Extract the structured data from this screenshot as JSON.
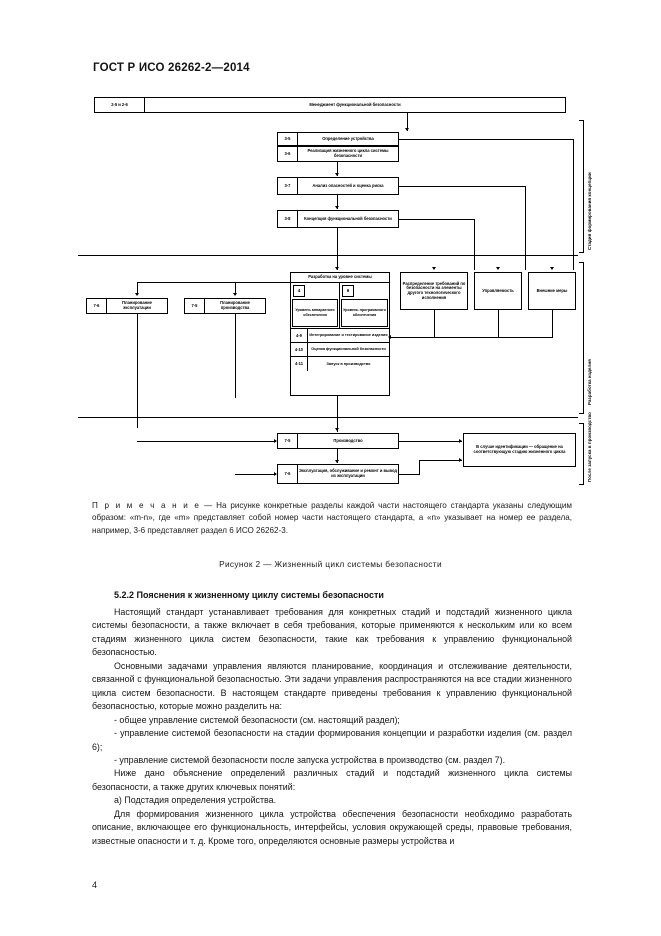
{
  "header": {
    "standard_title": "ГОСТ Р ИСО 26262-2—2014"
  },
  "figure": {
    "caption": "Рисунок  2 — Жизненный цикл системы безопасности",
    "top_box": {
      "num": "2-5 и 2-6",
      "label": "Менеджмент функциональной безопасности"
    },
    "concept_boxes": [
      {
        "num": "3-5",
        "label": "Определение устройства"
      },
      {
        "num": "3-6",
        "label": "Реализация жизненного цикла системы безопасности"
      },
      {
        "num": "3-7",
        "label": "Анализ опасностей и оценка риска"
      },
      {
        "num": "3-8",
        "label": "Концепция функциональной безопасности"
      }
    ],
    "system_block": {
      "header": "Разработка на уровне системы",
      "col_left": {
        "num": "4",
        "label": "Уровень аппаратного обеспечения"
      },
      "col_right": {
        "num": "6",
        "label": "Уровень программного обеспечения"
      },
      "rows": [
        {
          "num": "4-9",
          "label": "Интегрирование и тестирование изделия"
        },
        {
          "num": "4-10",
          "label": "Оценка функциональной безопасности"
        },
        {
          "num": "4-11",
          "label": "Запуск в производство"
        }
      ]
    },
    "left_boxes": [
      {
        "num": "7-6",
        "label": "Планирование эксплуатации"
      },
      {
        "num": "7-5",
        "label": "Планирование производства"
      }
    ],
    "right_boxes": [
      {
        "label": "Распределение требований по безопасности на элементы другого технологического исполнения"
      },
      {
        "label": "Управляемость"
      },
      {
        "label": "Внешние меры"
      }
    ],
    "bottom_boxes": [
      {
        "num": "7-5",
        "label": "Производство"
      },
      {
        "num": "7-6",
        "label": "Эксплуатация, обслуживание и ремонт и вывод из эксплуатации"
      }
    ],
    "feedback_box": {
      "label": "В случае идентификации — обращение на соответствующую стадию жизненного цикла"
    },
    "stage_labels": [
      "Стадия формирования концепции",
      "Разработка изделия",
      "После запуска в производство"
    ]
  },
  "note": {
    "heading": "П р и м е ч а н и е",
    "dash": " — ",
    "text": "На рисунке конкретные разделы каждой части настоящего стандарта указаны следующим образом: «m-n», где «m» представляет собой номер части настоящего стандарта, а «n» указывает на номер ее раздела, например, 3-6 представляет раздел 6 ИСО 26262-3."
  },
  "section": {
    "heading": "5.2.2  Пояснения к жизненному циклу системы безопасности",
    "paragraphs": [
      "Настоящий стандарт устанавливает требования для конкретных стадий и подстадий жизненного цикла системы безопасности, а также включает в себя требования, которые применяются к нескольким или ко всем стадиям жизненного цикла систем безопасности, такие как требования к управлению функциональной безопасностью.",
      "Основными задачами управления являются планирование, координация и отслеживание деятельности, связанной с функциональной безопасностью. Эти задачи управления распространяются на все стадии жизненного цикла систем безопасности. В настоящем стандарте приведены требования к управлению функциональной безопасностью, которые можно разделить на:",
      "-  общее управление системой безопасности (см. настоящий раздел);",
      "-  управление системой безопасности на стадии формирования концепции и разработки изделия (см. раздел 6);",
      "-  управление системой безопасности после запуска устройства в производство (см. раздел 7).",
      "Ниже дано объяснение определений различных стадий и подстадий жизненного цикла системы безопасности, а также других ключевых понятий:",
      "а)  Подстадия определения устройства.",
      "Для формирования жизненного цикла устройства обеспечения безопасности необходимо разработать описание, включающее его функциональность, интерфейсы, условия окружающей среды, правовые требования, известные опасности и т. д. Кроме того, определяются основные размеры устройства и"
    ]
  },
  "footer": {
    "page_number": "4"
  }
}
